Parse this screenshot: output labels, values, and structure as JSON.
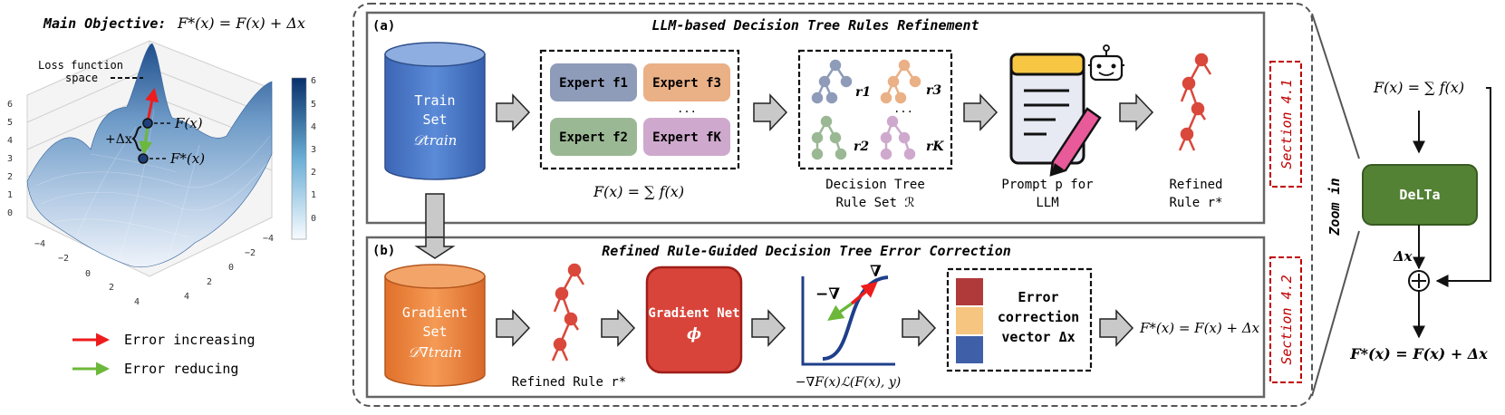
{
  "left": {
    "objective_title": "Main Objective:",
    "objective_formula": "F*(x) = F(x) + Δx",
    "loss_label_1": "Loss function",
    "loss_label_2": "space",
    "point_f": "F(x)",
    "point_fstar": "F*(x)",
    "delta_label": "+Δx",
    "z_ticks": [
      "6",
      "5",
      "4",
      "3",
      "2",
      "1",
      "0"
    ],
    "x_ticks": [
      "−4",
      "−2",
      "0",
      "2",
      "4"
    ],
    "y_ticks": [
      "4",
      "2",
      "0",
      "−2",
      "−4"
    ],
    "colorbar_ticks": [
      "6",
      "5",
      "4",
      "3",
      "2",
      "1",
      "0"
    ],
    "legend": [
      {
        "label": "Error increasing",
        "color": "#ee1c1c"
      },
      {
        "label": "Error reducing",
        "color": "#6cb83a"
      }
    ]
  },
  "panel_a": {
    "tag": "(a)",
    "title": "LLM-based Decision Tree Rules Refinement",
    "train_set": [
      "Train",
      "Set",
      "𝒟train"
    ],
    "experts": [
      "Expert f1",
      "Expert f3",
      "Expert f2",
      "Expert fK"
    ],
    "ellipsis": "...",
    "ensemble_formula": "F(x) = ∑ f(x)",
    "rule_labels": [
      "r1",
      "r3",
      "r2",
      "rK"
    ],
    "ruleset_caption": [
      "Decision Tree",
      "Rule Set ℛ"
    ],
    "prompt_caption": [
      "Prompt p for",
      "LLM"
    ],
    "refined_caption": [
      "Refined",
      "Rule r*"
    ],
    "section": "Section 4.1"
  },
  "panel_b": {
    "tag": "(b)",
    "title": "Refined Rule-Guided Decision Tree Error Correction",
    "gradient_set": [
      "Gradient",
      "Set",
      "𝒟∇train"
    ],
    "refined_rule": "Refined Rule r*",
    "gradient_net": [
      "Gradient Net",
      "ϕ"
    ],
    "neg_grad": "−∇",
    "grad": "∇",
    "grad_caption": "−∇F(x)ℒ(F(x), y)",
    "error_vector": [
      "Error",
      "correction",
      "vector Δx"
    ],
    "result": "F*(x) = F(x) + Δx",
    "section": "Section 4.2"
  },
  "right": {
    "zoom": "Zoom in",
    "top_formula": "F(x) = ∑ f(x)",
    "delta_box": "DeLTa",
    "delta_x": "Δx",
    "bottom_formula": "F*(x) = F(x) + Δx"
  },
  "colors": {
    "train_blue": "#4472c4",
    "gradient_orange": "#ed7d31",
    "net_red": "#d9443a",
    "delta_green": "#548235",
    "section_red": "#c00000",
    "tree_red": "#d9483b"
  }
}
